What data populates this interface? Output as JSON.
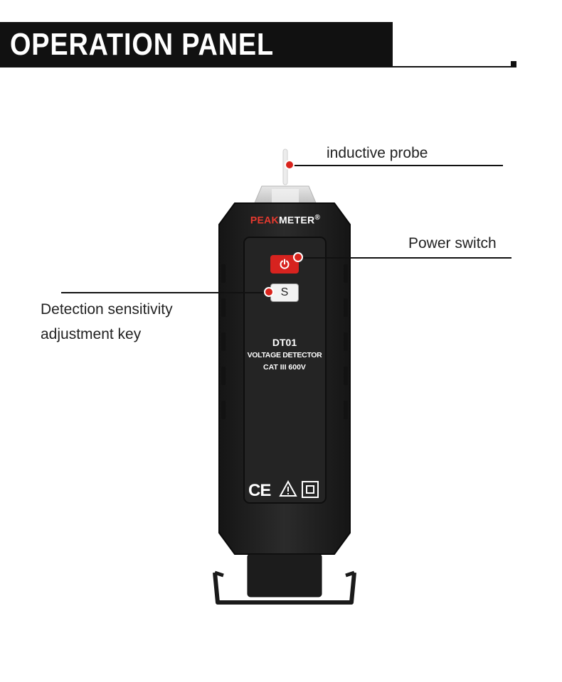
{
  "header": {
    "title": "OPERATION PANEL"
  },
  "callouts": {
    "probe": "inductive probe",
    "power": "Power switch",
    "sensitivity_line1": "Detection sensitivity",
    "sensitivity_line2": "adjustment key"
  },
  "device": {
    "brand_part1": "PEAK",
    "brand_part2": "METER",
    "brand_reg": "®",
    "model": "DT01",
    "subtitle": "VOLTAGE DETECTOR",
    "rating": "CAT III 600V",
    "s_key_label": "S",
    "ce_mark": "CE"
  },
  "icons": [
    "power-icon",
    "ce-mark-icon",
    "warning-triangle-icon",
    "double-insulation-icon"
  ],
  "colors": {
    "accent_red": "#d7231f",
    "brand_red": "#e83a2f",
    "body": "#1f1f1f",
    "banner": "#111111"
  }
}
